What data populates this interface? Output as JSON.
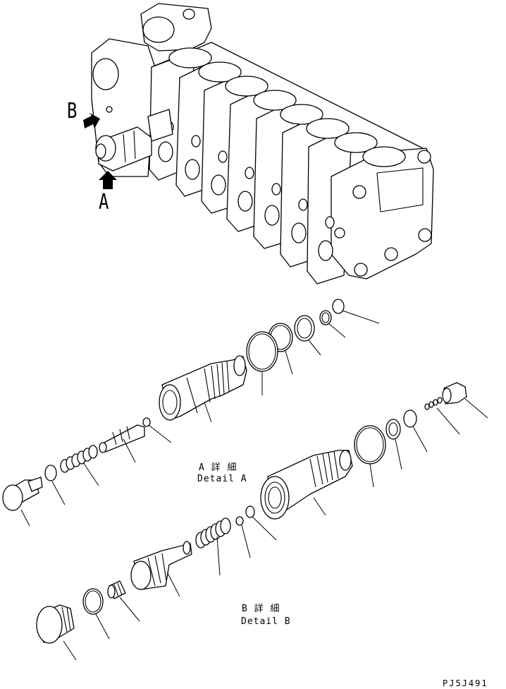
{
  "labels": {
    "view_a": "A",
    "view_b": "B",
    "detail_a_jp": "A 詳 細",
    "detail_a_en": "Detail A",
    "detail_b_jp": "B 詳 細",
    "detail_b_en": "Detail B",
    "drawing_code": "PJ5J491"
  }
}
